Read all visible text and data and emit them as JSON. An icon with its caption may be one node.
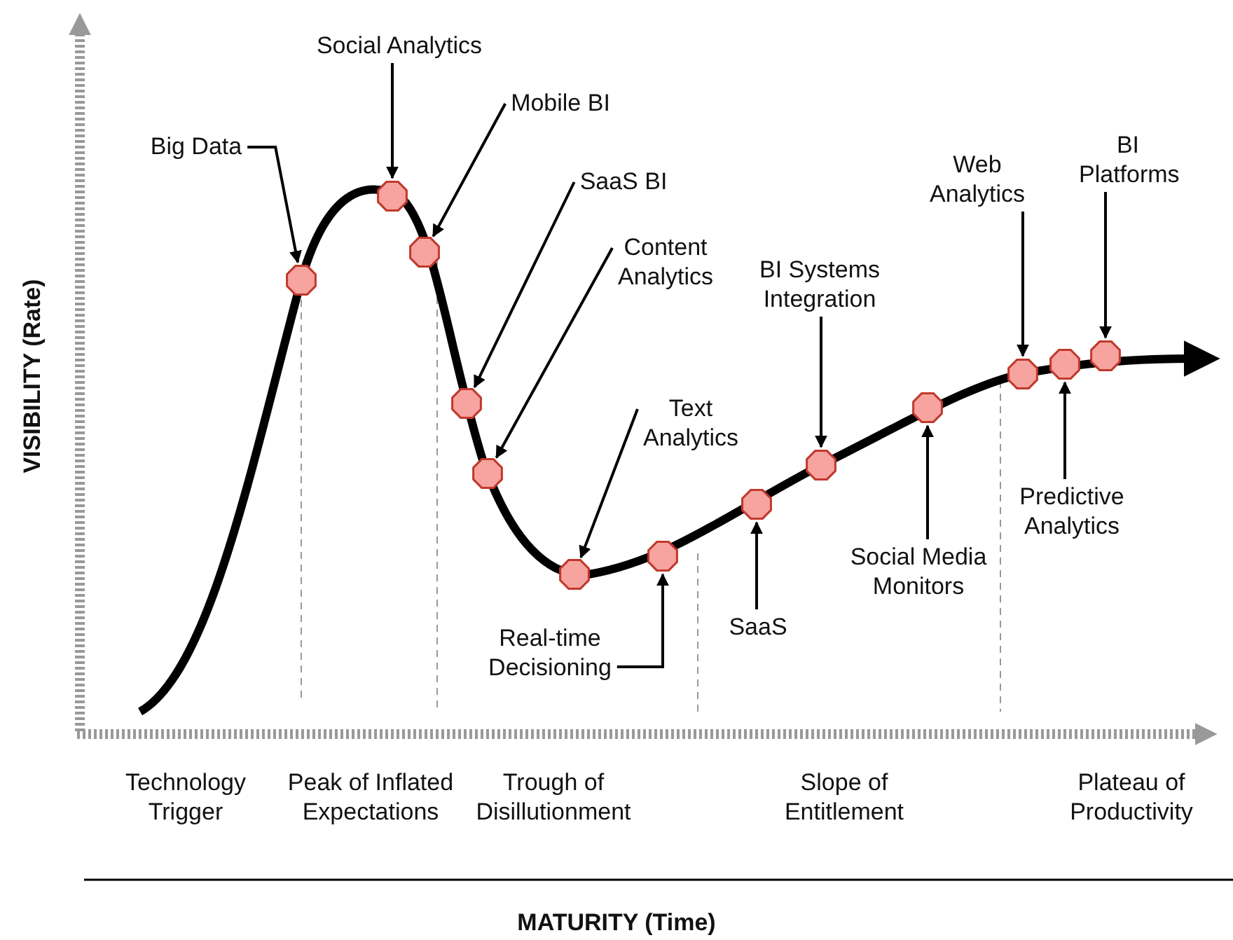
{
  "diagram": {
    "nodes": [
      {
        "text": [
          "Big Data"
        ]
      },
      {
        "text": [
          "Social Analytics"
        ]
      },
      {
        "text": [
          "Mobile BI"
        ]
      },
      {
        "text": [
          "SaaS BI"
        ]
      },
      {
        "text": [
          "Content Analytics"
        ]
      },
      {
        "text": [
          "Text Analytics"
        ]
      },
      {
        "text": [
          "Real-time Decisioning"
        ]
      },
      {
        "text": [
          "SaaS"
        ]
      },
      {
        "text": [
          "BI Systems Integration"
        ]
      },
      {
        "text": [
          "Social Media Monitors"
        ]
      },
      {
        "text": [
          "Web Analytics"
        ]
      },
      {
        "text": [
          "Predictive Analytics"
        ]
      },
      {
        "text": [
          "BI Platforms"
        ]
      },
      {
        "text": [],
        "shape": "circle"
      },
      {
        "text": [],
        "shape": "circle"
      },
      {
        "text": [],
        "shape": "circle"
      },
      {
        "text": [],
        "shape": "circle"
      },
      {
        "text": [],
        "shape": "circle"
      },
      {
        "text": [],
        "shape": "circle"
      },
      {
        "text": [],
        "shape": "circle"
      },
      {
        "text": [],
        "shape": "circle"
      },
      {
        "text": [],
        "shape": "circle"
      },
      {
        "text": [],
        "shape": "circle"
      },
      {
        "text": [],
        "shape": "circle"
      },
      {
        "text": [],
        "shape": "circle"
      },
      {
        "text": [],
        "shape": "circle"
      }
    ],
    "edges": [
      {
        "from": 0,
        "to": 13,
        "arrow": "to"
      },
      {
        "from": 1,
        "to": 14,
        "arrow": "to"
      },
      {
        "from": 2,
        "to": 15,
        "arrow": "to"
      },
      {
        "from": 3,
        "to": 16,
        "arrow": "to"
      },
      {
        "from": 4,
        "to": 17,
        "arrow": "to"
      },
      {
        "from": 5,
        "to": 18,
        "arrow": "to"
      },
      {
        "from": 6,
        "to": 19,
        "arrow": "to"
      },
      {
        "from": 7,
        "to": 20,
        "arrow": "to"
      },
      {
        "from": 8,
        "to": 21,
        "arrow": "to"
      },
      {
        "from": 9,
        "to": 22,
        "arrow": "to"
      },
      {
        "from": 10,
        "to": 23,
        "arrow": "to"
      },
      {
        "from": 11,
        "to": 24,
        "arrow": "to"
      },
      {
        "from": 12,
        "to": 25,
        "arrow": "to"
      }
    ],
    "labels": [
      "VISIBILITY (Rate)",
      "Technology Trigger",
      "Peak of Inflated Expectations",
      "Trough of Disillutionment",
      "Slope of Entitlement",
      "Plateau of Productivity",
      "MATURITY (Time)"
    ]
  }
}
